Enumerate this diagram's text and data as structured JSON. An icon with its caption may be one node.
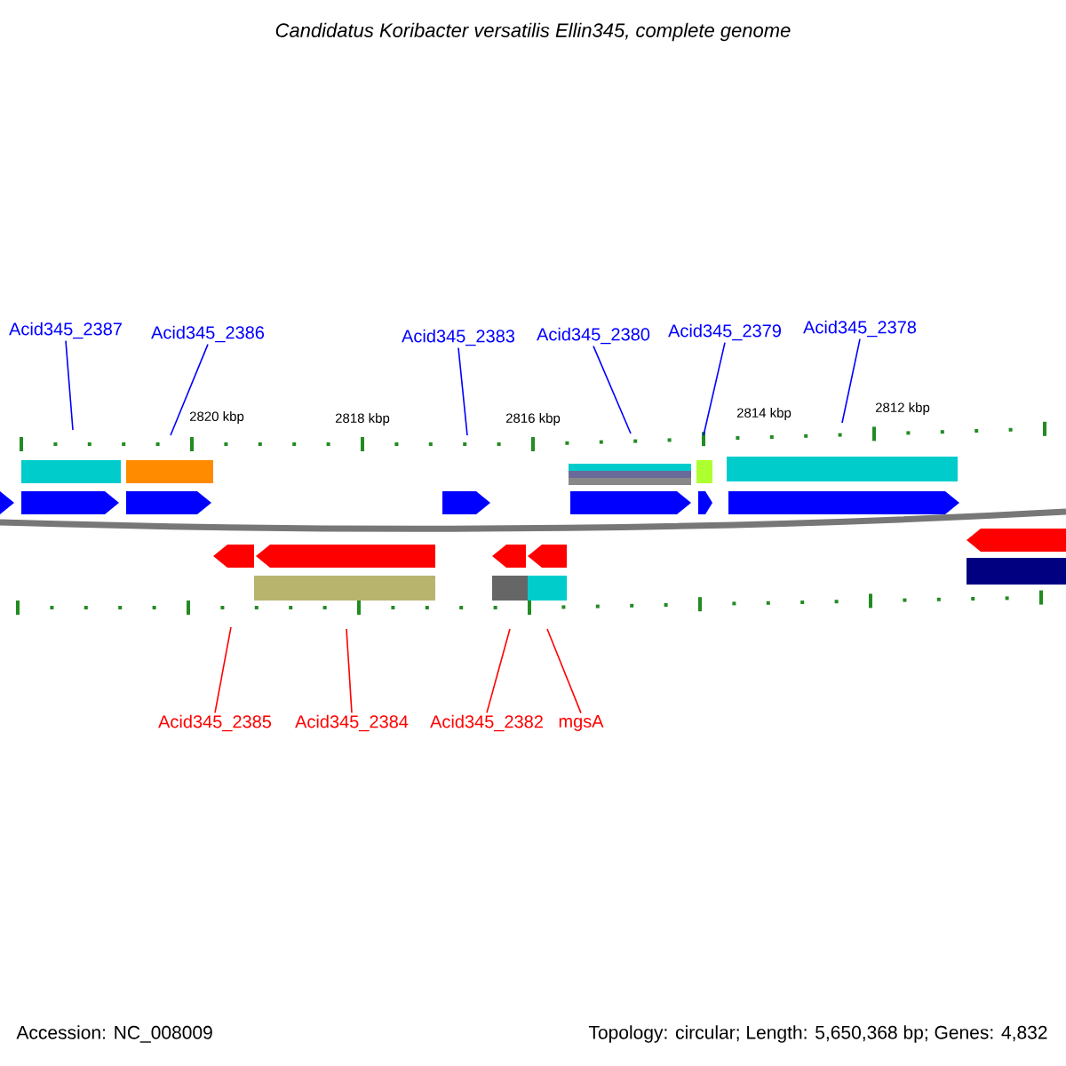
{
  "diagram": {
    "title": "Candidatus Koribacter versatilis Ellin345, complete genome",
    "nodes": [
      {
        "text": [
          "Acid345_2387"
        ]
      },
      {
        "text": [
          "Acid345_2386"
        ]
      },
      {
        "text": [
          "Acid345_2383"
        ]
      },
      {
        "text": [
          "Acid345_2380"
        ]
      },
      {
        "text": [
          "Acid345_2379"
        ]
      },
      {
        "text": [
          "Acid345_2378"
        ]
      },
      {
        "text": [
          "Acid345_2385"
        ]
      },
      {
        "text": [
          "Acid345_2384"
        ]
      },
      {
        "text": [
          "Acid345_2382"
        ]
      },
      {
        "text": [
          "mgsA"
        ]
      }
    ],
    "edges": [
      {
        "from": 0,
        "to": null,
        "arrow": "none"
      },
      {
        "from": 1,
        "to": null,
        "arrow": "none"
      },
      {
        "from": 2,
        "to": null,
        "arrow": "none"
      },
      {
        "from": 3,
        "to": null,
        "arrow": "none"
      },
      {
        "from": 4,
        "to": null,
        "arrow": "none"
      },
      {
        "from": 5,
        "to": null,
        "arrow": "none"
      },
      {
        "from": 6,
        "to": null,
        "arrow": "none",
        "color": "#ff0000"
      },
      {
        "from": 7,
        "to": null,
        "arrow": "none",
        "color": "#ff0000"
      },
      {
        "from": 8,
        "to": null,
        "arrow": "none",
        "color": "#ff0000"
      },
      {
        "from": 9,
        "to": null,
        "arrow": "none",
        "color": "#ff0000"
      }
    ],
    "labels": [
      "2820 kbp",
      "2818 kbp",
      "2816 kbp",
      "2814 kbp",
      "2812 kbp",
      "Accession: NC_008009",
      "Topology: circular; Length: 5,650,368 bp; Genes: 4,832"
    ]
  }
}
